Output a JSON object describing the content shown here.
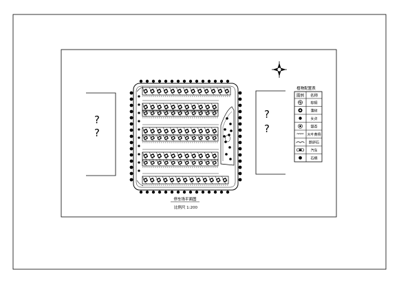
{
  "drawing": {
    "plan_title": "停车场平面图",
    "scale_label": "比例尺 1:200",
    "left_marks": [
      "?",
      "?"
    ],
    "right_marks": [
      "?",
      "?"
    ]
  },
  "legend": {
    "title": "植物配置表",
    "header_symbol": "图例",
    "header_name": "名称",
    "rows": [
      {
        "name": "棕榈",
        "icon": "palm-symbol"
      },
      {
        "name": "蒲树",
        "icon": "shrub-symbol"
      },
      {
        "name": "女贞",
        "icon": "privet-symbol"
      },
      {
        "name": "银杏",
        "icon": "ginkgo-symbol"
      },
      {
        "name": "大叶黄杨",
        "icon": "hedge-symbol"
      },
      {
        "name": "鹅卵石",
        "icon": "pebble-symbol"
      },
      {
        "name": "汽车",
        "icon": "car-symbol"
      },
      {
        "name": "石楠",
        "icon": "photinia-symbol"
      }
    ]
  },
  "colors": {
    "line": "#000000",
    "paper": "#ffffff"
  }
}
